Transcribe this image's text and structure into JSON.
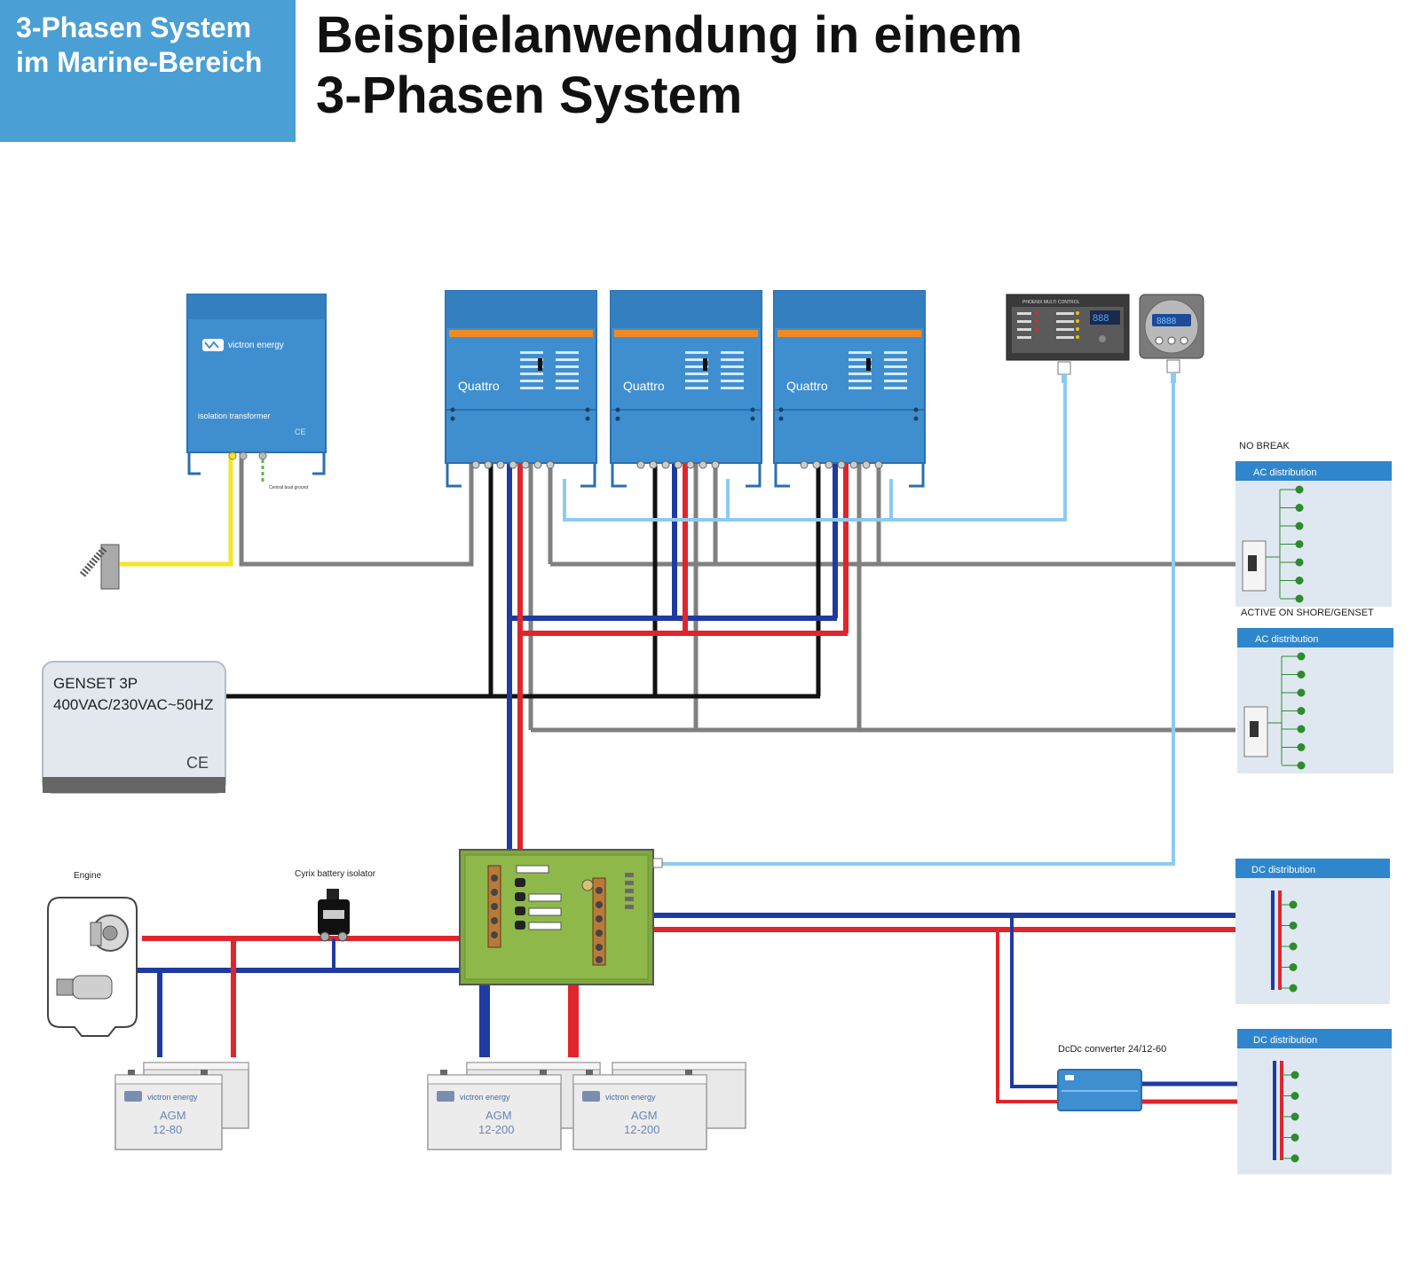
{
  "header": {
    "badge_line1": "3-Phasen System",
    "badge_line2": "im Marine-Bereich",
    "title_line1": "Beispielanwendung in einem",
    "title_line2": "3-Phasen System"
  },
  "colors": {
    "badge_bg": "#4a9fd4",
    "device_blue": "#3f8fd0",
    "wire_red": "#e0252b",
    "wire_blue": "#1f3aa0",
    "wire_black": "#111111",
    "wire_grey": "#808080",
    "wire_yellow": "#f5e62a",
    "wire_lightblue": "#8ccbf0",
    "panel_bg": "#dfe8f0",
    "panel_header": "#2f86cc",
    "terminal_green": "#2e8b2e"
  },
  "isolation_transformer": {
    "brand": "victron energy",
    "name": "isolation transformer",
    "ground_note": "Central boat ground"
  },
  "quattros": [
    {
      "name": "Quattro"
    },
    {
      "name": "Quattro"
    },
    {
      "name": "Quattro"
    }
  ],
  "control_panels": {
    "multi_control": "PHOENIX MULTI CONTROL",
    "multi_control_display": "888",
    "bmv_display": "8888"
  },
  "genset": {
    "line1": "GENSET 3P",
    "line2": "400VAC/230VAC~50HZ",
    "mark": "CE"
  },
  "ac_panels": [
    {
      "caption": "NO BREAK",
      "header": "AC distribution"
    },
    {
      "caption": "ACTIVE ON SHORE/GENSET",
      "header": "AC distribution"
    }
  ],
  "dc_panels": [
    {
      "header": "DC distribution"
    },
    {
      "header": "DC distribution"
    }
  ],
  "engine_label": "Engine",
  "isolator_label": "Cyrix battery isolator",
  "dcdc_label": "DcDc converter 24/12-60",
  "batteries": [
    {
      "brand": "victron energy",
      "type": "AGM",
      "model": "12-80"
    },
    {
      "brand": "victron energy",
      "type": "AGM",
      "model": "12-200"
    },
    {
      "brand": "victron energy",
      "type": "AGM",
      "model": "12-200"
    }
  ]
}
